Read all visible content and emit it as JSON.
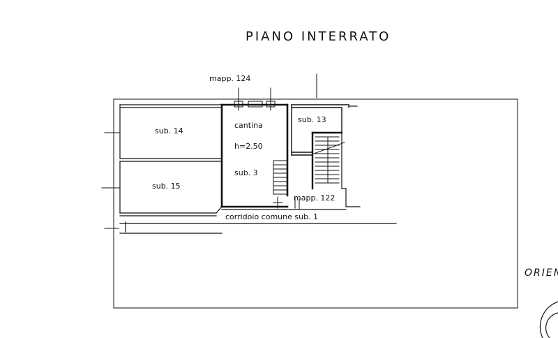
{
  "title": "PIANO INTERRATO",
  "labels": {
    "mapp_124": "mapp. 124",
    "mapp_122": "mapp. 122",
    "sub_14": "sub. 14",
    "sub_15": "sub. 15",
    "sub_13": "sub. 13",
    "cantina": "cantina",
    "height": "h=2.50",
    "sub_3": "sub. 3",
    "corridor": "corridoio comune sub. 1",
    "orientation": "ORIEN"
  }
}
